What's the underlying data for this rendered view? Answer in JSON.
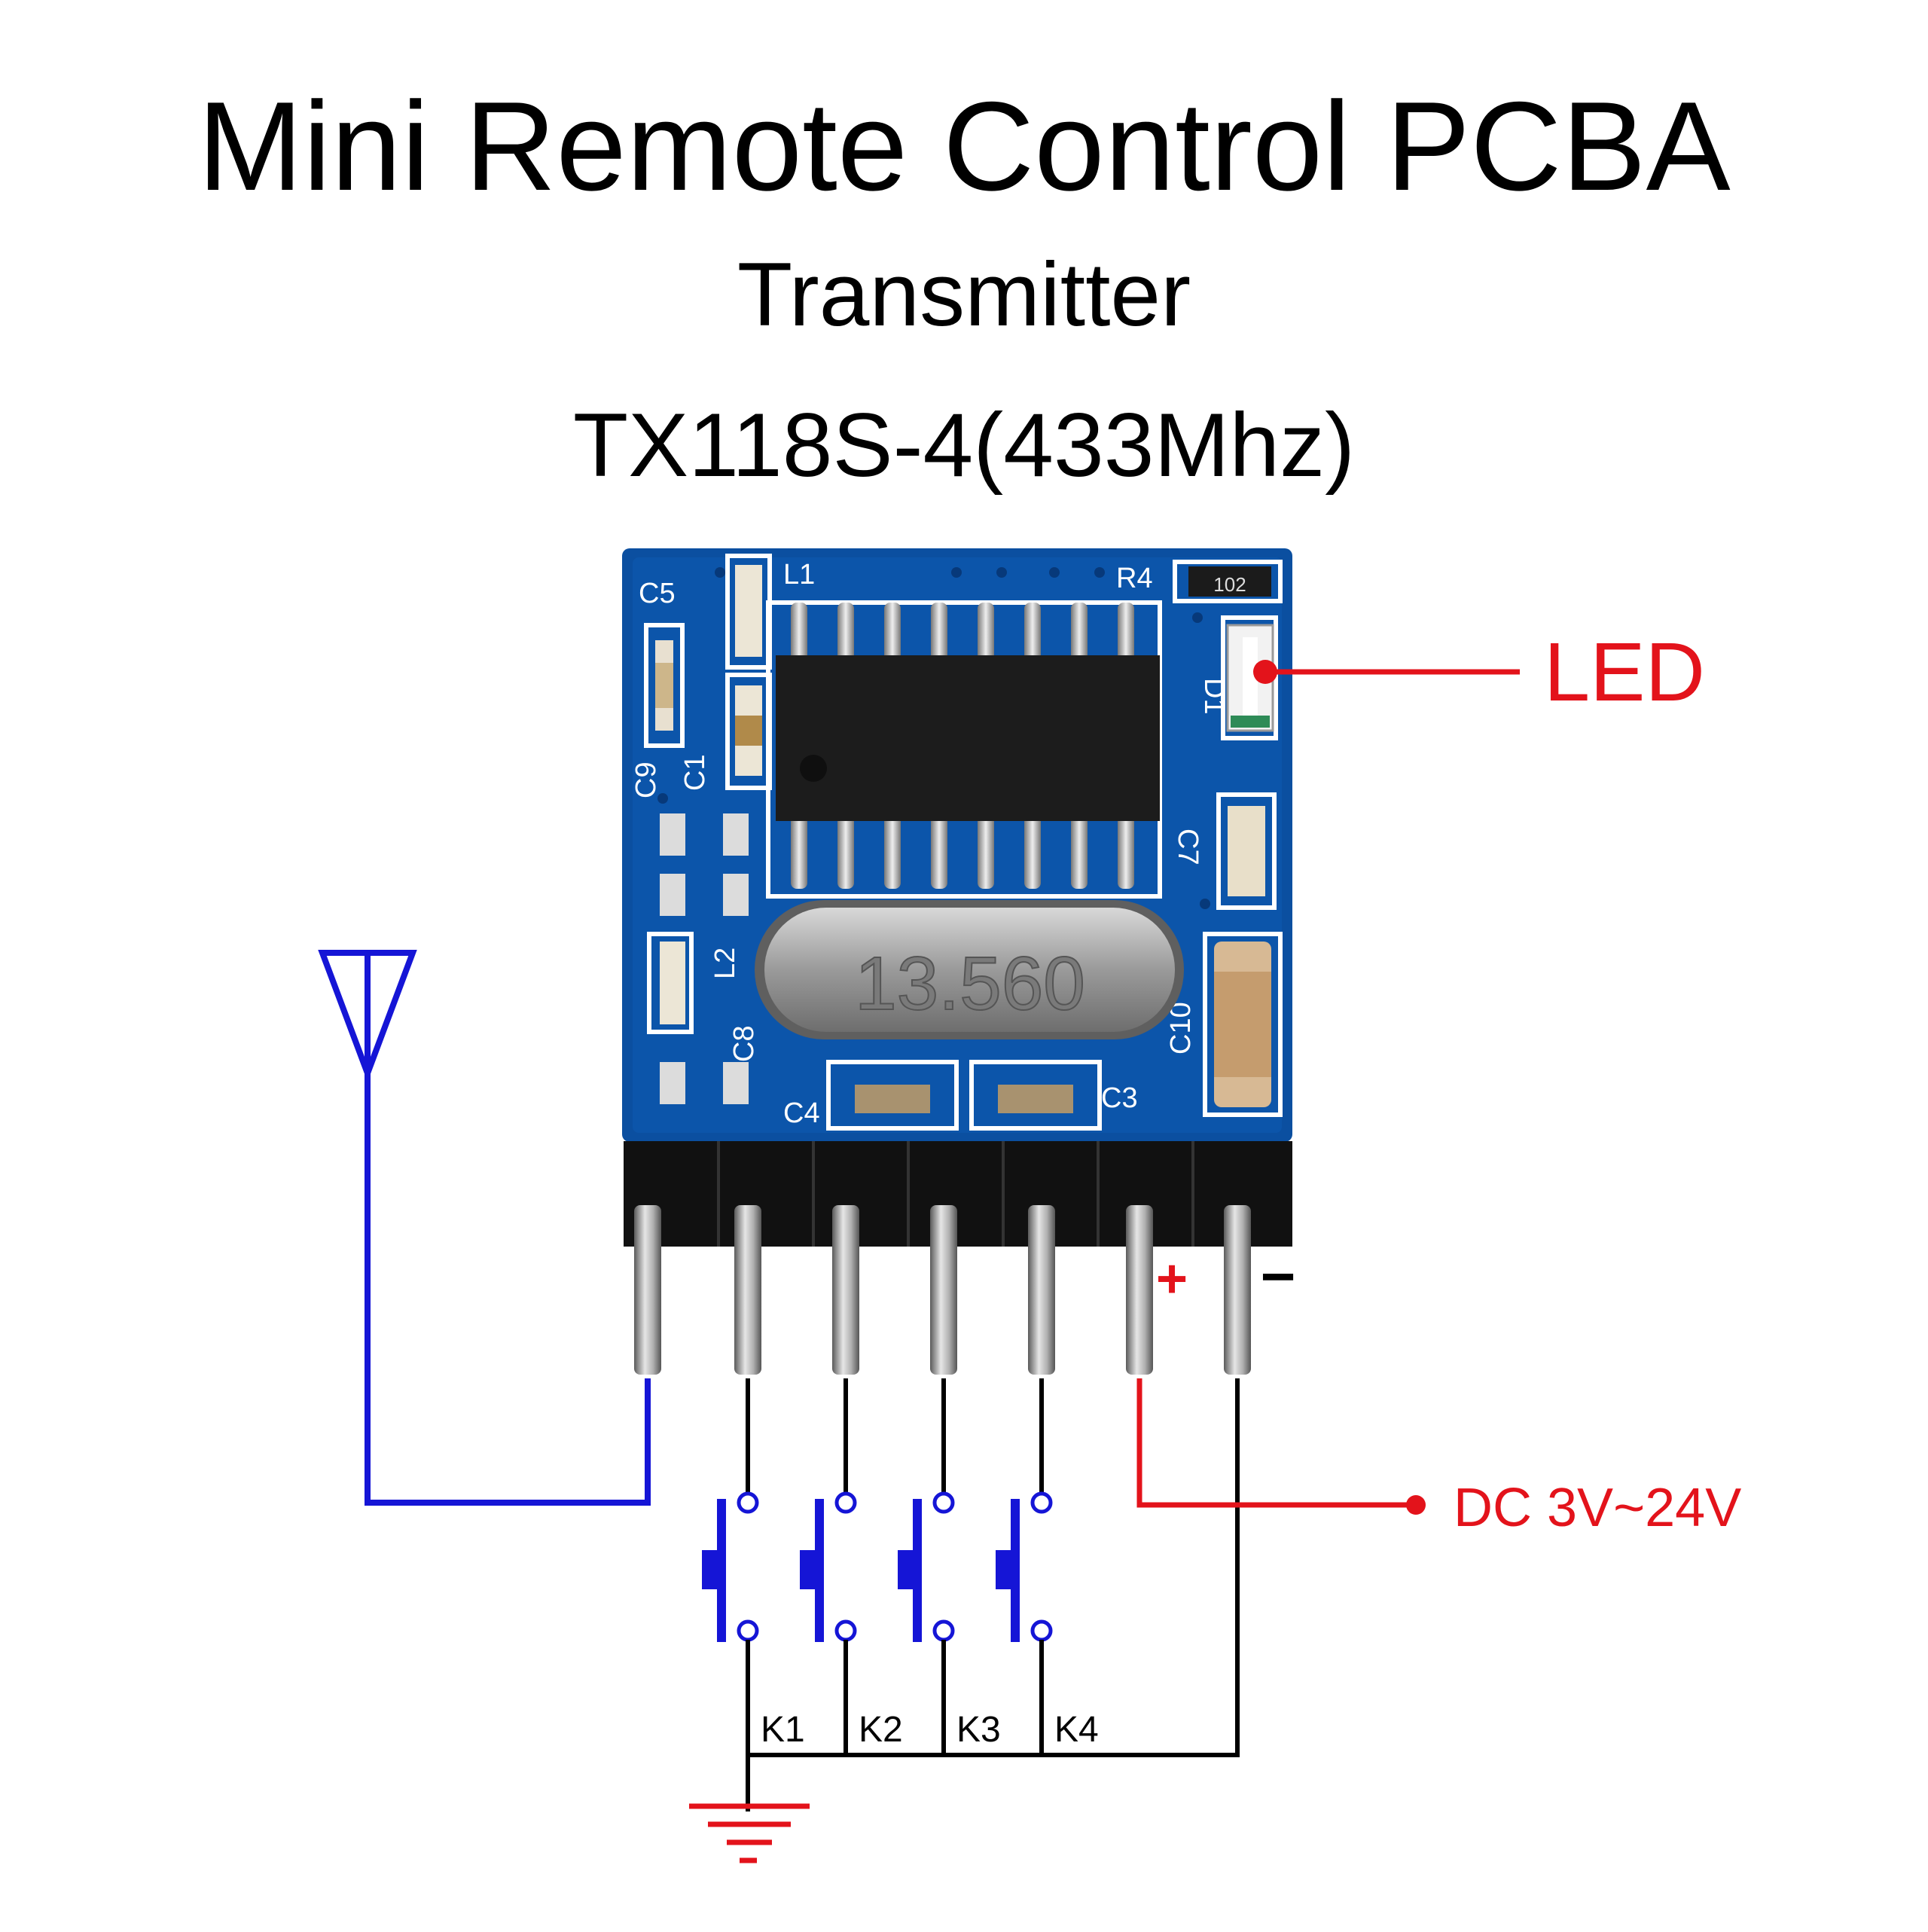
{
  "title": "Mini Remote Control PCBA",
  "subtitle": "Transmitter",
  "model": "TX118S-4(433Mhz)",
  "led_label": "LED",
  "power_label": "DC 3V~24V",
  "plus_label": "+",
  "minus_label": "−",
  "key_labels": [
    "K1",
    "K2",
    "K3",
    "K4"
  ],
  "crystal_marking": "13.560",
  "silkscreen": {
    "c5": "C5",
    "l1": "L1",
    "r4": "R4",
    "d1": "D1",
    "c9": "C9",
    "c1": "C1",
    "c7": "C7",
    "l2": "L2",
    "c8": "C8",
    "c4": "C4",
    "c3": "C3",
    "c10": "C10",
    "resistor": "102"
  },
  "colors": {
    "text": "#000000",
    "accent_red": "#e3131b",
    "wire_blue": "#1515d6",
    "pcb_blue": "#0b4fa0",
    "pcb_dark": "#07397a",
    "chip": "#1c1c1c",
    "header": "#111111",
    "pin": "#9a9a9a"
  }
}
